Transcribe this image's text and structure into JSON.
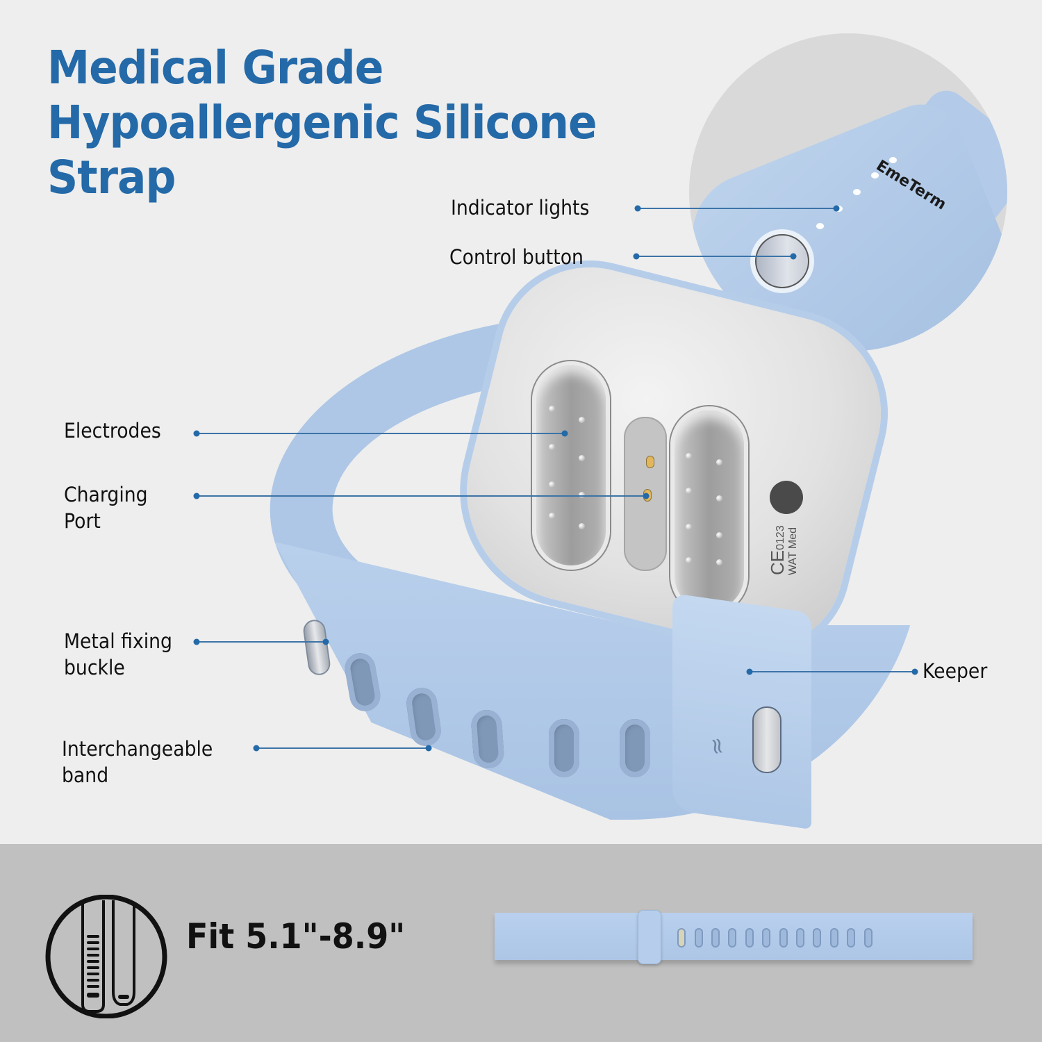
{
  "headline": {
    "lines": [
      "Medical Grade",
      "Hypoallergenic Silicone",
      "Strap"
    ],
    "color": "#2469a8"
  },
  "inset": {
    "brand": "EmeTerm",
    "indicator_count": 5
  },
  "callouts": {
    "indicator_lights": "Indicator lights",
    "control_button": "Control button",
    "electrodes": "Electrodes",
    "charging_port": [
      "Charging",
      "Port"
    ],
    "metal_fixing_buckle": [
      "Metal fixing",
      "buckle"
    ],
    "interchangeable_band": [
      "Interchangeable",
      "band"
    ],
    "keeper": "Keeper"
  },
  "device_markings": {
    "ce": "CE",
    "ce_number": "0123",
    "maker": "WAT Med"
  },
  "footer": {
    "fit_text": "Fit 5.1\"-8.9\"",
    "icon": "wristband-size-icon",
    "band_holes": 12
  },
  "colors": {
    "accent": "#2469a8",
    "band": "#aec7e6",
    "background": "#eeeeee",
    "footer_background": "#c0c0c0"
  }
}
